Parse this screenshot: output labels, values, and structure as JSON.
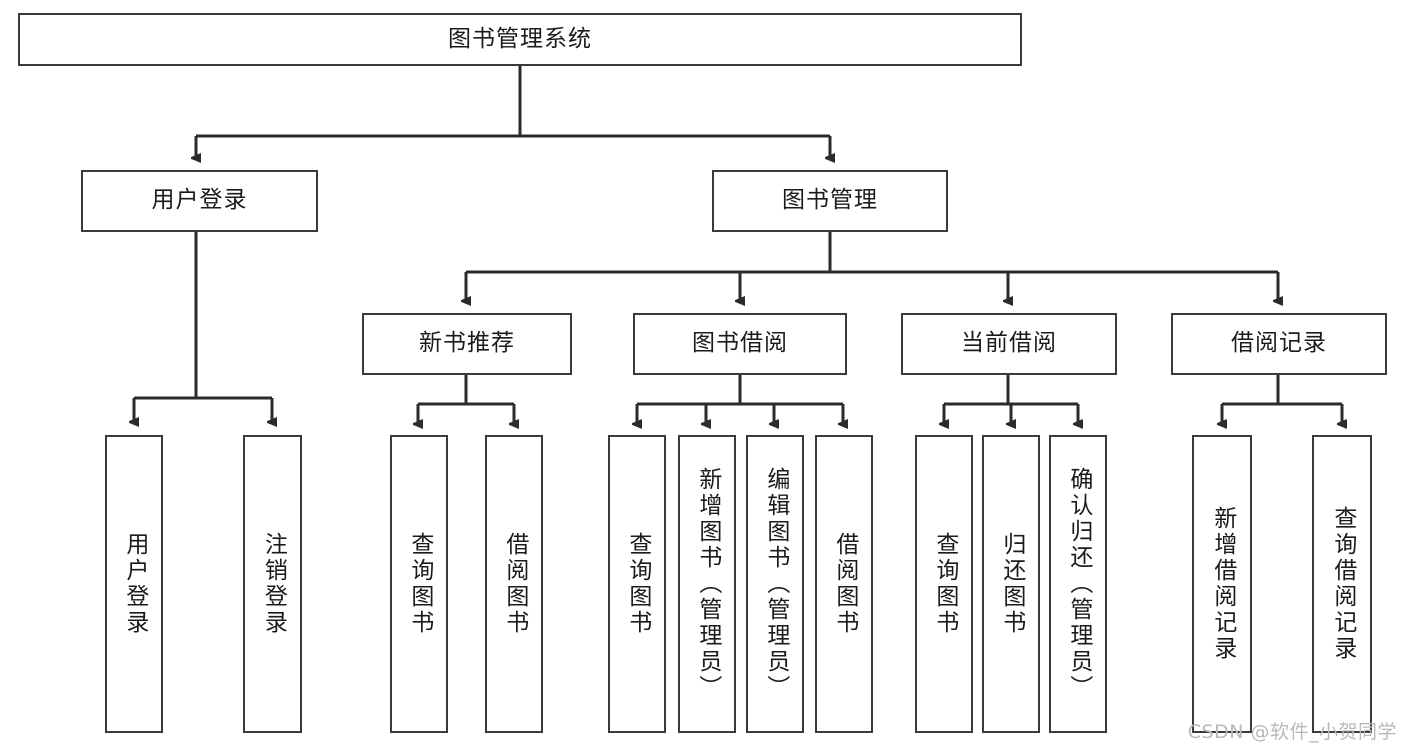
{
  "diagram": {
    "title_text": "图书管理系统",
    "type": "tree-hierarchy",
    "watermark": "CSDN @软件_小贺同学",
    "colors": {
      "box_border": "#3a3a3a",
      "box_fill": "#ffffff",
      "connector": "#2b2b2b",
      "text": "#1b1b1b",
      "watermark": "#b9b9b9",
      "background": "#ffffff"
    },
    "nodes": {
      "root": {
        "label": "图书管理系统",
        "level": 0,
        "orientation": "horizontal"
      },
      "user_login": {
        "label": "用户登录",
        "level": 1,
        "orientation": "horizontal"
      },
      "book_manage": {
        "label": "图书管理",
        "level": 1,
        "orientation": "horizontal"
      },
      "new_book_rec": {
        "label": "新书推荐",
        "level": 2,
        "orientation": "horizontal"
      },
      "book_borrow": {
        "label": "图书借阅",
        "level": 2,
        "orientation": "horizontal"
      },
      "current_borrow": {
        "label": "当前借阅",
        "level": 2,
        "orientation": "horizontal"
      },
      "borrow_record": {
        "label": "借阅记录",
        "level": 2,
        "orientation": "horizontal"
      },
      "leaf_user_login": {
        "label": "用户登录",
        "level": 2,
        "orientation": "vertical",
        "parent": "用户登录"
      },
      "leaf_logout": {
        "label": "注销登录",
        "level": 2,
        "orientation": "vertical",
        "parent": "用户登录"
      },
      "leaf_query_book_a": {
        "label": "查询图书",
        "level": 3,
        "orientation": "vertical",
        "parent": "新书推荐"
      },
      "leaf_borrow_book_a": {
        "label": "借阅图书",
        "level": 3,
        "orientation": "vertical",
        "parent": "新书推荐"
      },
      "leaf_query_book_b": {
        "label": "查询图书",
        "level": 3,
        "orientation": "vertical",
        "parent": "图书借阅"
      },
      "leaf_add_book": {
        "label": "新增图书（管理员）",
        "level": 3,
        "orientation": "vertical",
        "parent": "图书借阅"
      },
      "leaf_edit_book": {
        "label": "编辑图书（管理员）",
        "level": 3,
        "orientation": "vertical",
        "parent": "图书借阅"
      },
      "leaf_borrow_book_b": {
        "label": "借阅图书",
        "level": 3,
        "orientation": "vertical",
        "parent": "图书借阅"
      },
      "leaf_query_book_c": {
        "label": "查询图书",
        "level": 3,
        "orientation": "vertical",
        "parent": "当前借阅"
      },
      "leaf_return_book": {
        "label": "归还图书",
        "level": 3,
        "orientation": "vertical",
        "parent": "当前借阅"
      },
      "leaf_confirm_return": {
        "label": "确认归还（管理员）",
        "level": 3,
        "orientation": "vertical",
        "parent": "当前借阅"
      },
      "leaf_add_record": {
        "label": "新增借阅记录",
        "level": 3,
        "orientation": "vertical",
        "parent": "借阅记录"
      },
      "leaf_query_record": {
        "label": "查询借阅记录",
        "level": 3,
        "orientation": "vertical",
        "parent": "借阅记录"
      }
    }
  }
}
